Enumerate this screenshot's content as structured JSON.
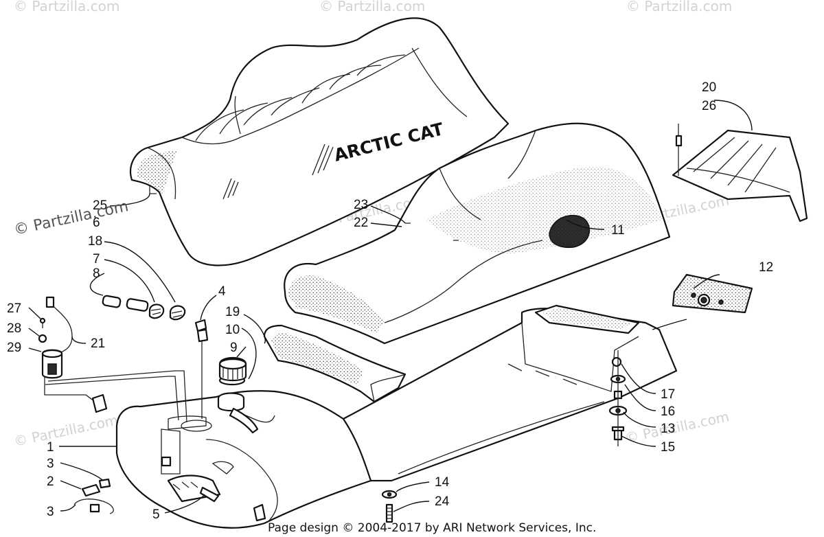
{
  "watermark": {
    "main": "© Partzilla.com",
    "faint": "© Partzilla.com"
  },
  "brand_logo": "ARCTIC CAT",
  "footer": "Page design © 2004-2017 by ARI Network Services, Inc.",
  "callouts": {
    "c1": "1",
    "c2": "2",
    "c3a": "3",
    "c3b": "3",
    "c4": "4",
    "c5": "5",
    "c6": "6",
    "c7": "7",
    "c8": "8",
    "c9": "9",
    "c10": "10",
    "c11": "11",
    "c12": "12",
    "c13": "13",
    "c14": "14",
    "c15": "15",
    "c16": "16",
    "c17": "17",
    "c18": "18",
    "c19": "19",
    "c20": "20",
    "c21": "21",
    "c22": "22",
    "c23": "23",
    "c24": "24",
    "c25": "25",
    "c26": "26",
    "c27": "27",
    "c28": "28",
    "c29": "29"
  }
}
